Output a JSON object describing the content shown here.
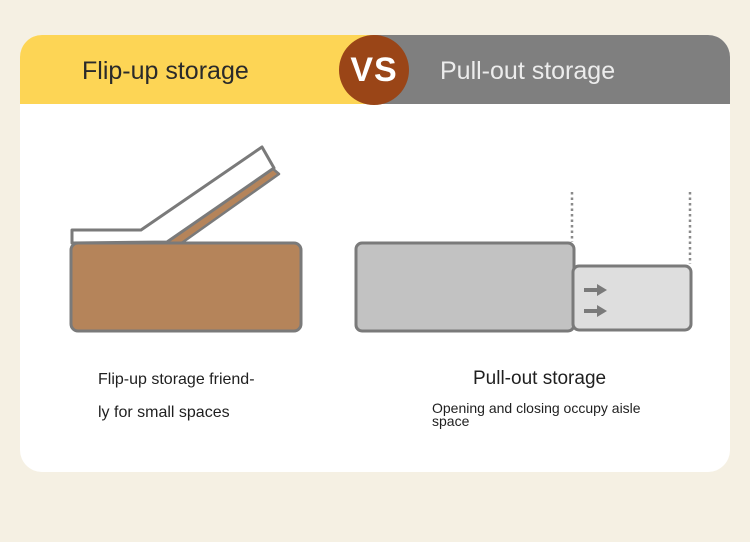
{
  "header": {
    "left_title": "Flip-up storage",
    "vs_label": "VS",
    "right_title": "Pull-out storage"
  },
  "left_panel": {
    "caption_line1": "Flip-up storage friend-",
    "caption_line2": "ly for small spaces"
  },
  "right_panel": {
    "caption_title": "Pull-out storage",
    "caption_line1": "Opening and closing occupy aisle",
    "caption_line2": "space"
  },
  "colors": {
    "page_background": "#f5f0e3",
    "left_header": "#fdd555",
    "right_header": "#7f7f7f",
    "vs_badge": "#9a4517",
    "wood": "#b5845a",
    "gray_box": "#c2c2c2",
    "drawer": "#dedede",
    "outline": "#7a7a7a"
  },
  "icons": {
    "arrows": "arrow-right-icon"
  }
}
